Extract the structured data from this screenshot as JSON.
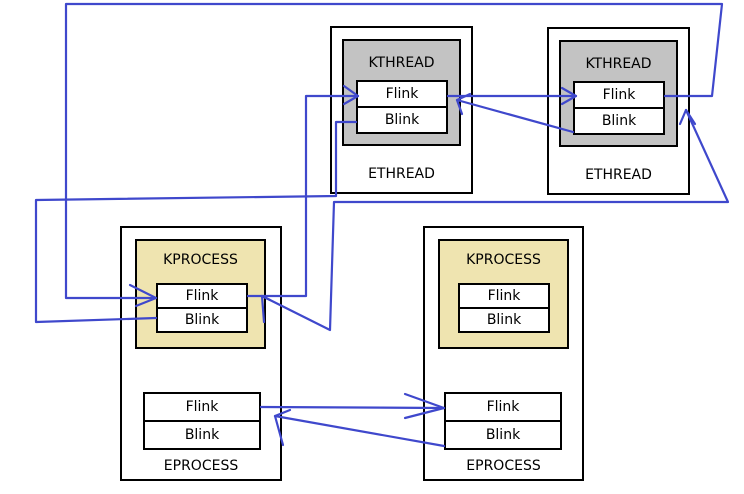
{
  "ethread_1": {
    "inner_title": "KTHREAD",
    "flink": "Flink",
    "blink": "Blink",
    "outer_title": "ETHREAD"
  },
  "ethread_2": {
    "inner_title": "KTHREAD",
    "flink": "Flink",
    "blink": "Blink",
    "outer_title": "ETHREAD"
  },
  "eprocess_1": {
    "inner_title": "KPROCESS",
    "flink": "Flink",
    "blink": "Blink",
    "list_flink": "Flink",
    "list_blink": "Blink",
    "outer_title": "EPROCESS"
  },
  "eprocess_2": {
    "inner_title": "KPROCESS",
    "flink": "Flink",
    "blink": "Blink",
    "list_flink": "Flink",
    "list_blink": "Blink",
    "outer_title": "EPROCESS"
  },
  "colors": {
    "arrow": "#3f48cc",
    "kthread_fill": "#c3c3c3",
    "kprocess_fill": "#efe4b0"
  }
}
